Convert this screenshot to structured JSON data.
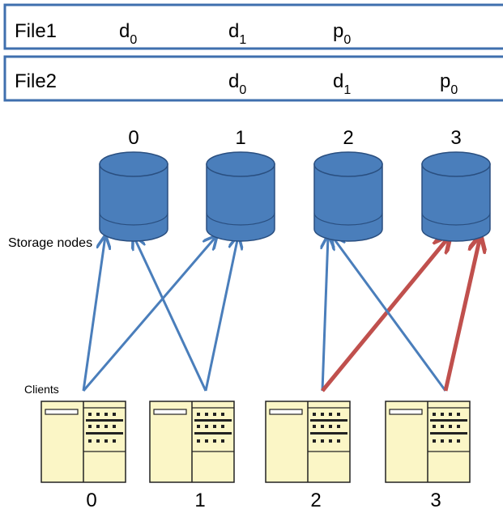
{
  "files": [
    {
      "name": "File1",
      "blocks": [
        {
          "base": "d",
          "sub": "0",
          "node": 0
        },
        {
          "base": "d",
          "sub": "1",
          "node": 1
        },
        {
          "base": "p",
          "sub": "0",
          "node": 2
        }
      ]
    },
    {
      "name": "File2",
      "blocks": [
        {
          "base": "d",
          "sub": "0",
          "node": 1
        },
        {
          "base": "d",
          "sub": "1",
          "node": 2
        },
        {
          "base": "p",
          "sub": "0",
          "node": 3
        }
      ]
    }
  ],
  "storage_nodes": {
    "label": "Storage  nodes",
    "ids": [
      "0",
      "1",
      "2",
      "3"
    ],
    "color": "#4a7ebb"
  },
  "clients": {
    "label": "Clients",
    "ids": [
      "0",
      "1",
      "2",
      "3"
    ],
    "color": "#fbf6c6"
  },
  "connections": [
    {
      "client": 0,
      "node": 0,
      "color": "blue"
    },
    {
      "client": 0,
      "node": 1,
      "color": "blue"
    },
    {
      "client": 1,
      "node": 0,
      "color": "blue"
    },
    {
      "client": 1,
      "node": 1,
      "color": "blue"
    },
    {
      "client": 2,
      "node": 2,
      "color": "blue"
    },
    {
      "client": 2,
      "node": 3,
      "color": "red"
    },
    {
      "client": 3,
      "node": 2,
      "color": "blue"
    },
    {
      "client": 3,
      "node": 3,
      "color": "red"
    }
  ],
  "colors": {
    "blue": "#4a7ebb",
    "red": "#c0504d",
    "box_border": "#3f6fae"
  }
}
